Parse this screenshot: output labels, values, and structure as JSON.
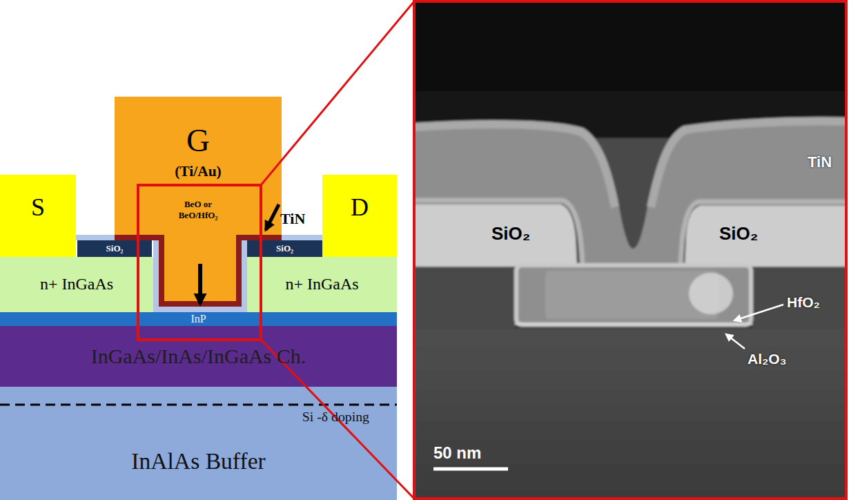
{
  "diagram": {
    "nodes": [
      {
        "text": [
          "G",
          "(Ti/Au)",
          "BeO or BeO/HfO₂"
        ]
      },
      {
        "text": [
          "S"
        ]
      },
      {
        "text": [
          "D"
        ]
      },
      {
        "text": [
          "SiO₂"
        ]
      },
      {
        "text": [
          "SiO₂"
        ]
      },
      {
        "text": [
          "n+ InGaAs"
        ]
      },
      {
        "text": [
          "n+ InGaAs"
        ]
      },
      {
        "text": [
          "InP"
        ]
      },
      {
        "text": [
          "InGaAs/InAs/InGaAs Ch."
        ]
      },
      {
        "text": [
          "Si -δ doping",
          "InAlAs Buffer"
        ]
      }
    ],
    "labels": [
      "TiN",
      "TiN",
      "SiO₂",
      "SiO₂",
      "HfO₂",
      "Al₂O₃",
      "50 nm"
    ]
  }
}
